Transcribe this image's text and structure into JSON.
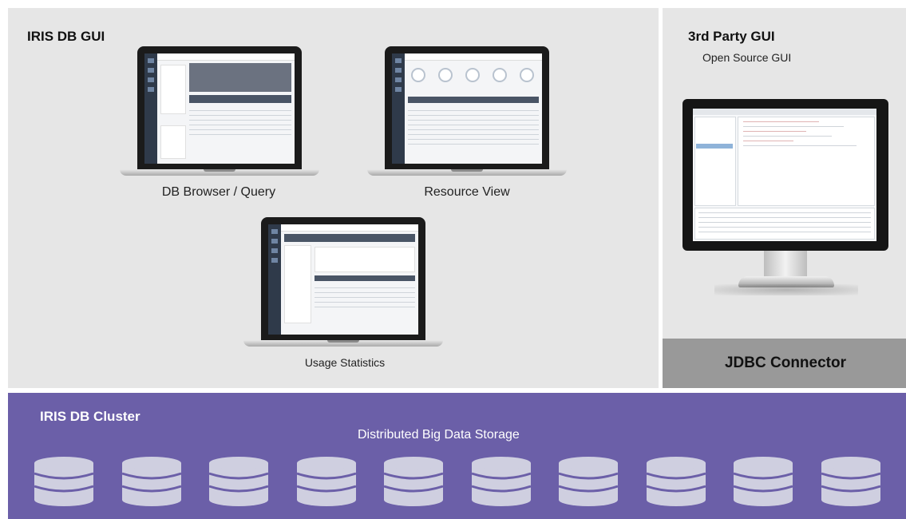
{
  "gui_panel": {
    "title": "IRIS DB GUI"
  },
  "laptops": [
    {
      "caption": "DB Browser / Query"
    },
    {
      "caption": "Resource View"
    },
    {
      "caption": "Usage Statistics"
    }
  ],
  "third_party": {
    "title": "3rd Party GUI",
    "subtitle": "Open Source GUI"
  },
  "jdbc": {
    "label": "JDBC Connector"
  },
  "cluster": {
    "title": "IRIS DB Cluster",
    "subtitle": "Distributed Big Data Storage",
    "database_icons": 10
  },
  "colors": {
    "panel_gray": "#e6e6e6",
    "connector_gray": "#999999",
    "cluster_purple": "#6b5fa8",
    "database_fill": "#cfcfe0"
  }
}
